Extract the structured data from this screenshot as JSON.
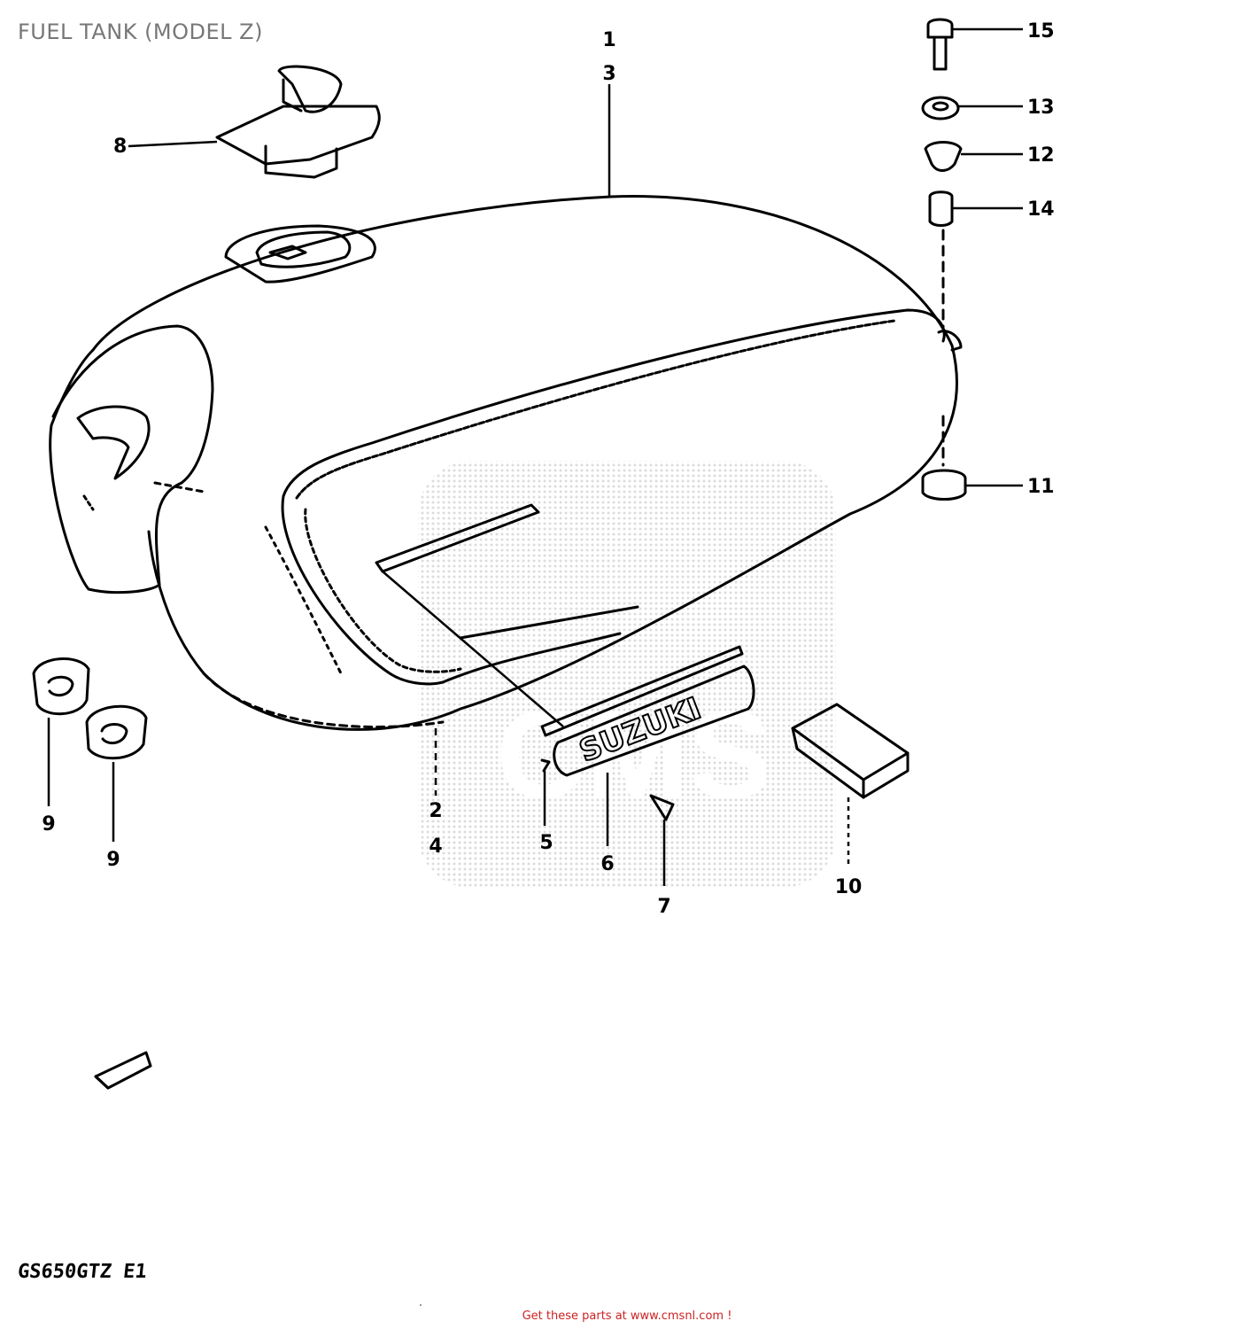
{
  "title": "FUEL TANK (MODEL Z)",
  "model_code": "GS650GTZ E1",
  "watermark": "CMS",
  "footer_link": "Get these parts at www.cmsnl.com !",
  "callouts": [
    {
      "id": "c1",
      "label": "1"
    },
    {
      "id": "c3",
      "label": "3"
    },
    {
      "id": "c15",
      "label": "15"
    },
    {
      "id": "c13",
      "label": "13"
    },
    {
      "id": "c12",
      "label": "12"
    },
    {
      "id": "c14",
      "label": "14"
    },
    {
      "id": "c8",
      "label": "8"
    },
    {
      "id": "c11",
      "label": "11"
    },
    {
      "id": "c2",
      "label": "2"
    },
    {
      "id": "c4",
      "label": "4"
    },
    {
      "id": "c5",
      "label": "5"
    },
    {
      "id": "c6",
      "label": "6"
    },
    {
      "id": "c7",
      "label": "7"
    },
    {
      "id": "c10",
      "label": "10"
    },
    {
      "id": "c9a",
      "label": "9"
    },
    {
      "id": "c9b",
      "label": "9"
    }
  ],
  "emblem_text": "SUZUKI"
}
